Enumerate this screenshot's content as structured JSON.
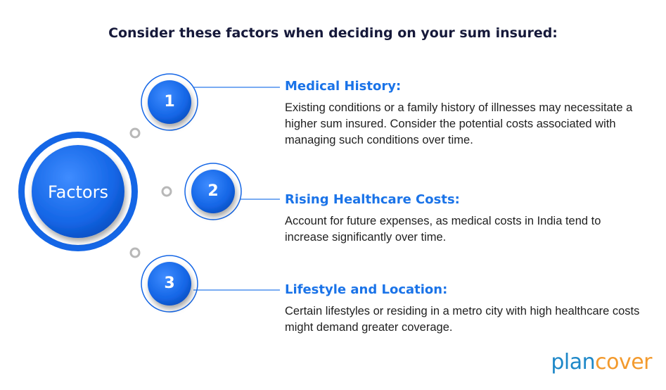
{
  "title": "Consider these factors when deciding on your sum insured:",
  "center_label": "Factors",
  "items": [
    {
      "number": "1",
      "title": "Medical History:",
      "text": "Existing conditions or a family history of illnesses may necessitate a higher sum insured. Consider the potential costs associated with managing such conditions over time."
    },
    {
      "number": "2",
      "title": "Rising Healthcare Costs:",
      "text": "Account for future expenses, as medical costs in India tend to increase significantly over time."
    },
    {
      "number": "3",
      "title": "Lifestyle and Location:",
      "text": "Certain lifestyles or residing in a metro city with high healthcare costs might demand greater coverage."
    }
  ],
  "logo": {
    "part1": "plan",
    "part2": "cover"
  },
  "colors": {
    "accent": "#1a73e8",
    "dark_blue": "#0d5bd7",
    "title": "#16193a",
    "logo_blue": "#1e88c8",
    "logo_orange": "#f39a2d"
  }
}
